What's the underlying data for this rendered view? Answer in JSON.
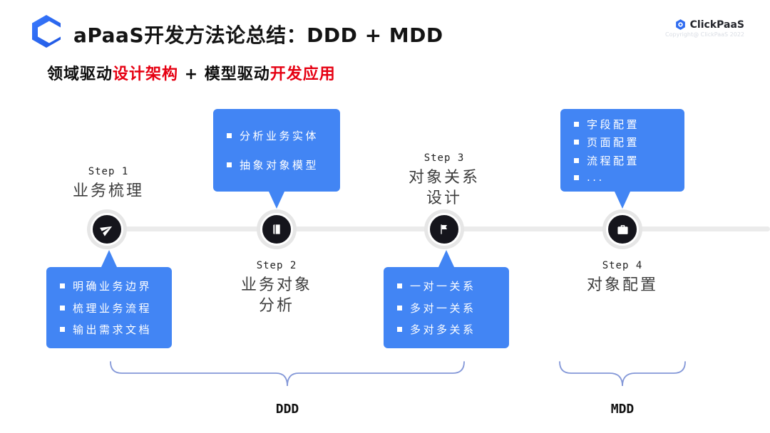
{
  "header": {
    "title": "aPaaS开发方法论总结：DDD + MDD",
    "brand": {
      "name": "ClickPaaS",
      "copyright": "Copyright@ ClickPaaS 2022"
    }
  },
  "subtitle": {
    "part1": "领域驱动",
    "part2": "设计架构",
    "part3": " + 模型驱动",
    "part4": "开发应用"
  },
  "steps": [
    {
      "label": "Step 1",
      "title_line1": "业务梳理",
      "title_line2": "",
      "icon": "paper-plane-icon",
      "callout": {
        "position": "below",
        "items": [
          "明确业务边界",
          "梳理业务流程",
          "输出需求文档"
        ]
      }
    },
    {
      "label": "Step 2",
      "title_line1": "业务对象",
      "title_line2": "分析",
      "icon": "book-icon",
      "callout": {
        "position": "above",
        "items": [
          "分析业务实体",
          "抽象对象模型"
        ]
      }
    },
    {
      "label": "Step 3",
      "title_line1": "对象关系",
      "title_line2": "设计",
      "icon": "flag-icon",
      "callout": {
        "position": "below",
        "items": [
          "一对一关系",
          "多对一关系",
          "多对多关系"
        ]
      }
    },
    {
      "label": "Step 4",
      "title_line1": "对象配置",
      "title_line2": "",
      "icon": "briefcase-icon",
      "callout": {
        "position": "above",
        "items": [
          "字段配置",
          "页面配置",
          "流程配置",
          "..."
        ]
      }
    }
  ],
  "groups": {
    "ddd": "DDD",
    "mdd": "MDD"
  },
  "colors": {
    "callout_blue": "#4285F4",
    "highlight_red": "#E60012",
    "node_dark": "#15151C",
    "timeline_gray": "#EBEBEB",
    "brace_blue": "#8498D8"
  }
}
